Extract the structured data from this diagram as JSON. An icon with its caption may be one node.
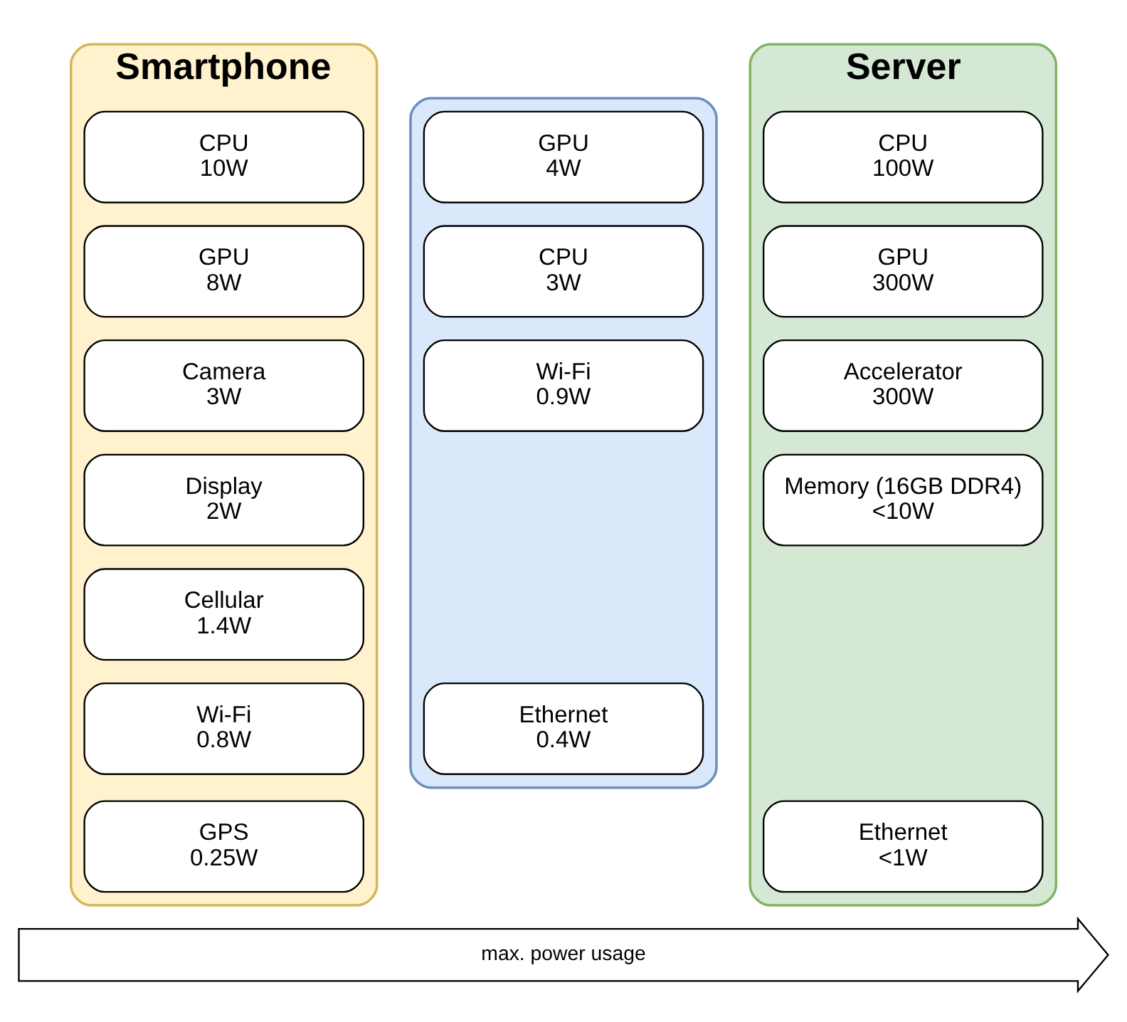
{
  "diagram": {
    "nodes": [
      {
        "text": [
          "Smartphone"
        ]
      },
      {
        "text": [
          "CPU",
          "10W"
        ],
        "in": 0
      },
      {
        "text": [
          "GPU",
          "8W"
        ],
        "in": 0
      },
      {
        "text": [
          "Camera",
          "3W"
        ],
        "in": 0
      },
      {
        "text": [
          "Display",
          "2W"
        ],
        "in": 0
      },
      {
        "text": [
          "Cellular",
          "1.4W"
        ],
        "in": 0
      },
      {
        "text": [
          "Wi-Fi",
          "0.8W"
        ],
        "in": 0
      },
      {
        "text": [
          "GPS",
          "0.25W"
        ],
        "in": 0
      },
      {
        "text": [],
        "shape": "box"
      },
      {
        "text": [
          "GPU",
          "4W"
        ],
        "in": 8
      },
      {
        "text": [
          "CPU",
          "3W"
        ],
        "in": 8
      },
      {
        "text": [
          "Wi-Fi",
          "0.9W"
        ],
        "in": 8
      },
      {
        "text": [
          "Ethernet",
          "0.4W"
        ],
        "in": 8
      },
      {
        "text": [
          "Server"
        ]
      },
      {
        "text": [
          "CPU",
          "100W"
        ],
        "in": 13
      },
      {
        "text": [
          "GPU",
          "300W"
        ],
        "in": 13
      },
      {
        "text": [
          "Accelerator",
          "300W"
        ],
        "in": 13
      },
      {
        "text": [
          "Memory (16GB DDR4)",
          "<10W"
        ],
        "in": 13
      },
      {
        "text": [
          "Ethernet",
          "<1W"
        ],
        "in": 13
      },
      {
        "text": [
          "max. power usage"
        ]
      }
    ]
  }
}
